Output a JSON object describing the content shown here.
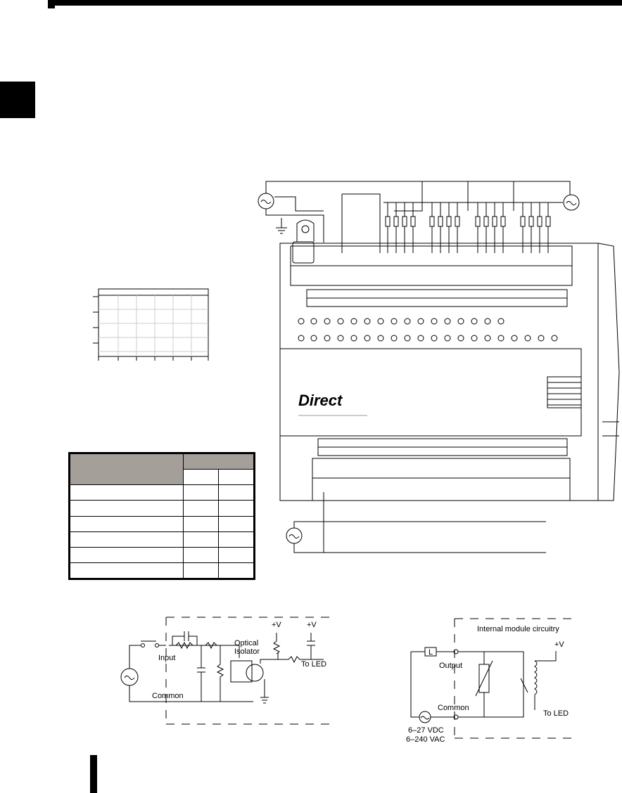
{
  "brand": {
    "logo_text": "Direct"
  },
  "input_circuit": {
    "label_input": "Input",
    "label_common": "Common",
    "label_isolator_line1": "Optical",
    "label_isolator_line2": "Isolator",
    "label_vplus_1": "+V",
    "label_vplus_2": "+V",
    "label_to_led": "To LED"
  },
  "output_circuit": {
    "label_internal": "Internal module circuitry",
    "label_vplus": "+V",
    "label_output": "Output",
    "label_common": "Common",
    "label_to_led": "To LED",
    "label_load": "L",
    "label_supply_dc": "6–27 VDC",
    "label_supply_ac": "6–240 VAC"
  },
  "derating_table": {
    "rows": 6
  }
}
